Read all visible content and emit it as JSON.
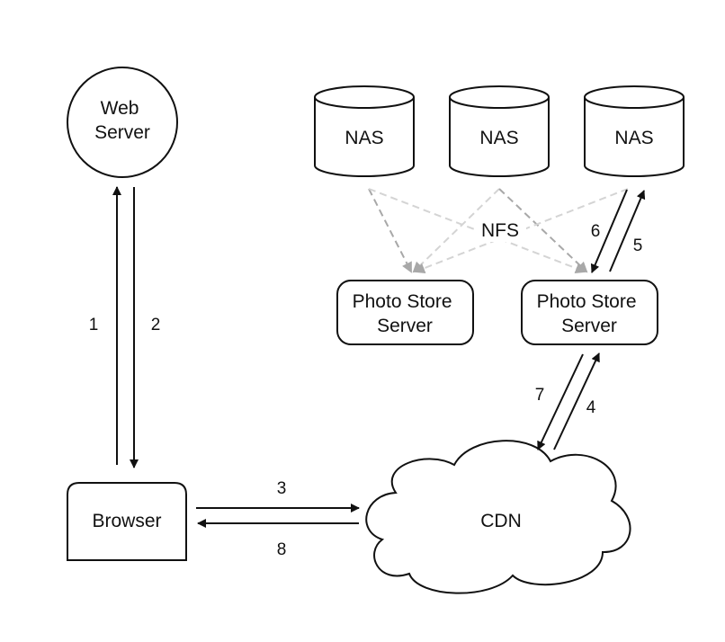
{
  "nodes": {
    "web_server": [
      "Web",
      "Server"
    ],
    "nas_1": "NAS",
    "nas_2": "NAS",
    "nas_3": "NAS",
    "photo_store_left": [
      "Photo Store",
      "Server"
    ],
    "photo_store_right": [
      "Photo Store",
      "Server"
    ],
    "browser": "Browser",
    "cdn": "CDN"
  },
  "labels": {
    "nfs": "NFS"
  },
  "steps": [
    "1",
    "2",
    "3",
    "4",
    "5",
    "6",
    "7",
    "8"
  ],
  "colors": {
    "stroke": "#111111",
    "nfs_dark": "#a8a8a8",
    "nfs_light": "#d4d4d4"
  }
}
